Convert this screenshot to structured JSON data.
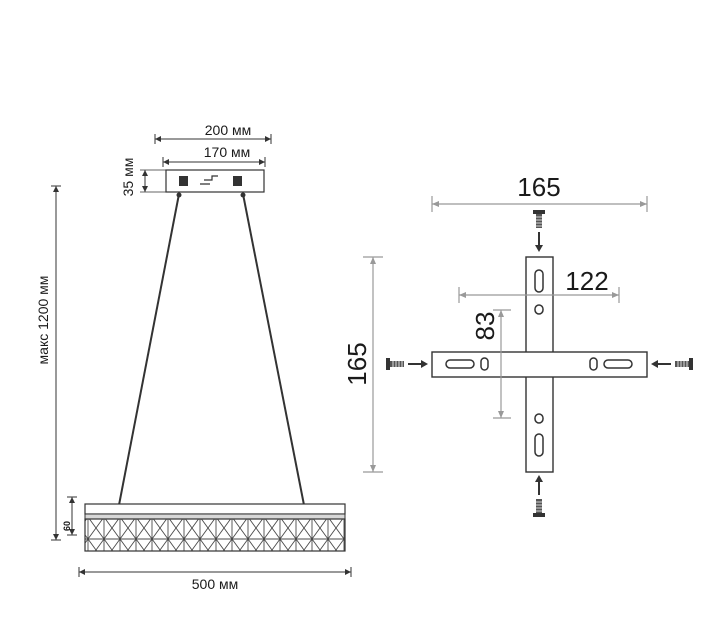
{
  "lamp": {
    "canopy_outer_width": "200 мм",
    "canopy_inner_width": "170 мм",
    "canopy_height": "35 мм",
    "max_height": "макс 1200 мм",
    "body_height": "60",
    "body_width": "500 мм"
  },
  "bracket": {
    "width_overall": "165",
    "width_holes": "122",
    "height_overall": "165",
    "height_holes": "83"
  }
}
